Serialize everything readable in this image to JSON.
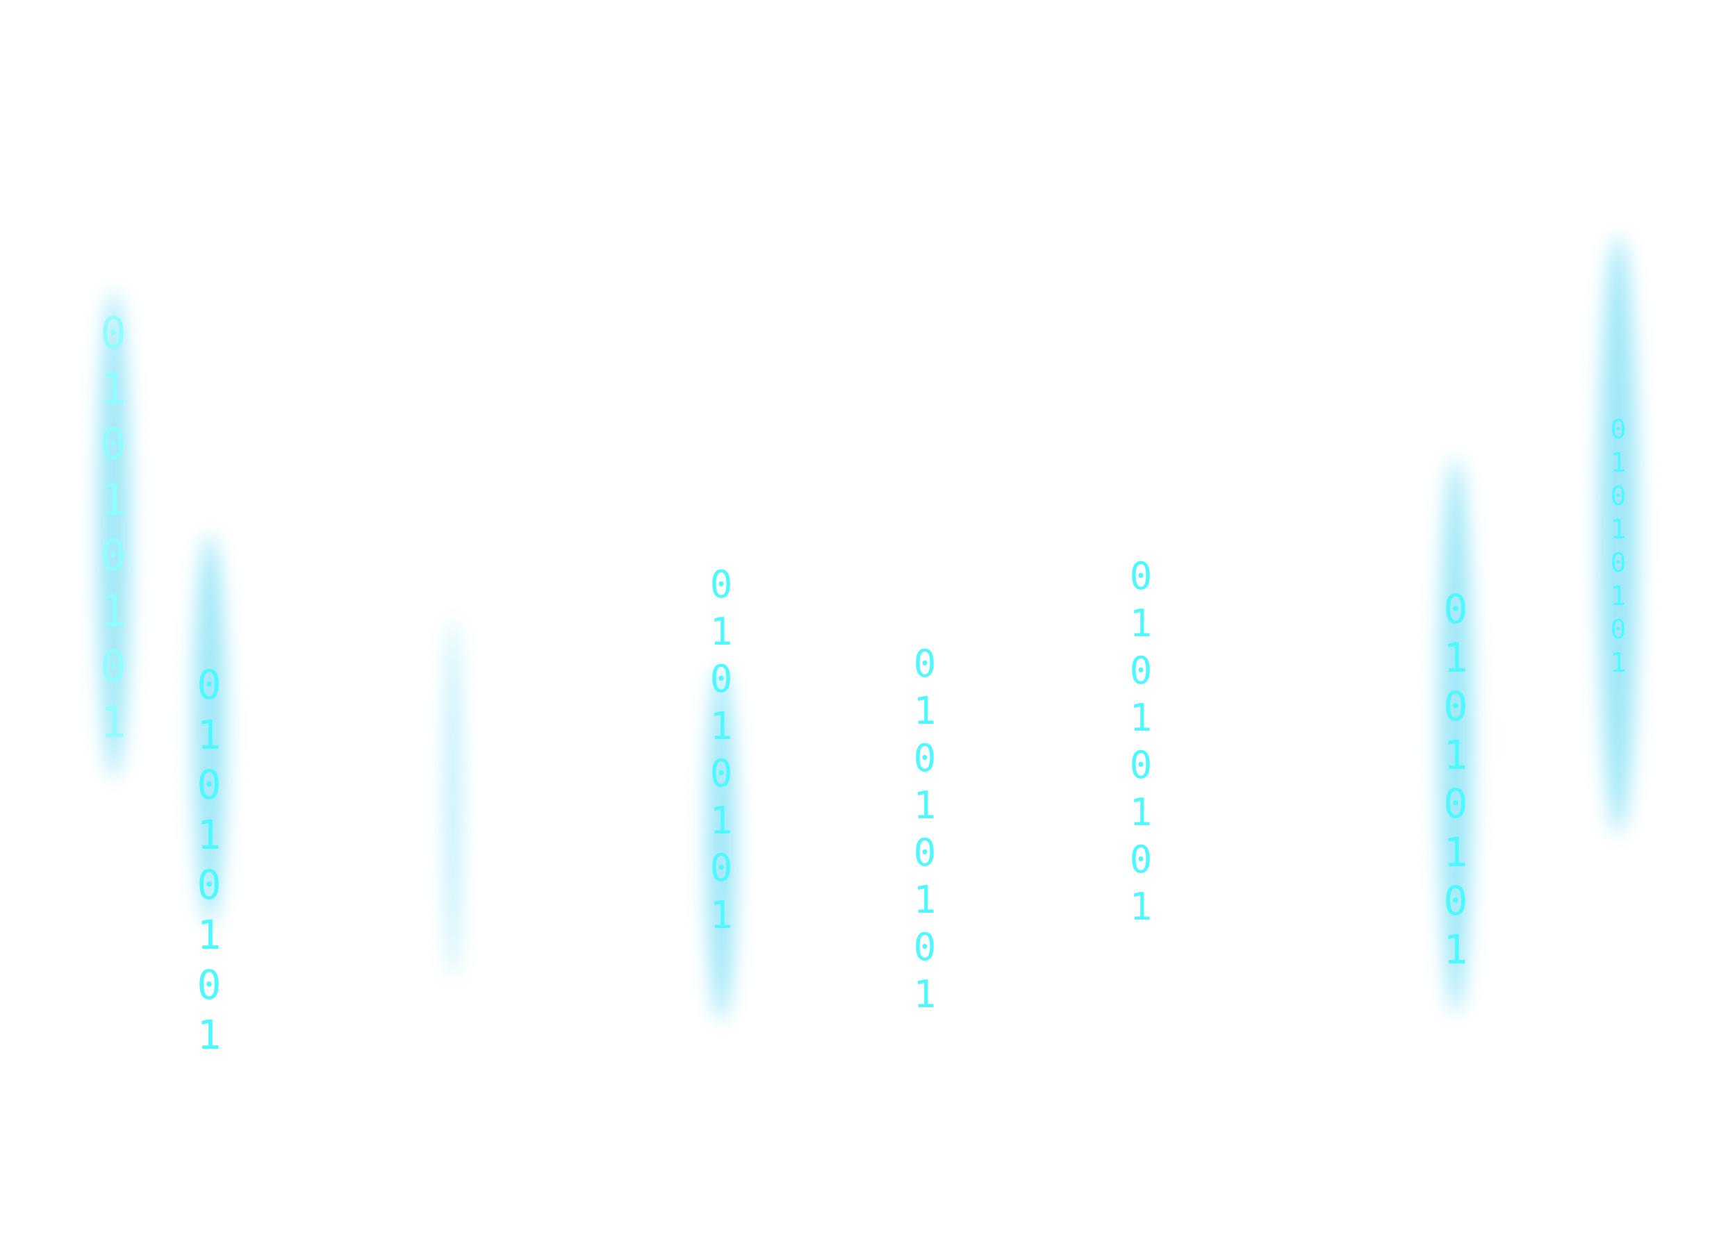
{
  "columns": [
    {
      "text": "01010101",
      "color": "#8ffcff",
      "glow": true
    },
    {
      "text": "01010101",
      "color": "#4ff8ff",
      "glow": true
    },
    {
      "text": "",
      "color": "#4ff8ff",
      "glow": true
    },
    {
      "text": "01010101",
      "color": "#4ff8ff",
      "glow": true
    },
    {
      "text": "01010101",
      "color": "#4ff8ff",
      "glow": false
    },
    {
      "text": "01010101",
      "color": "#4ff8ff",
      "glow": false
    },
    {
      "text": "01010101",
      "color": "#4ff8ff",
      "glow": true
    },
    {
      "text": "01010101",
      "color": "#4ff8ff",
      "glow": true
    }
  ]
}
